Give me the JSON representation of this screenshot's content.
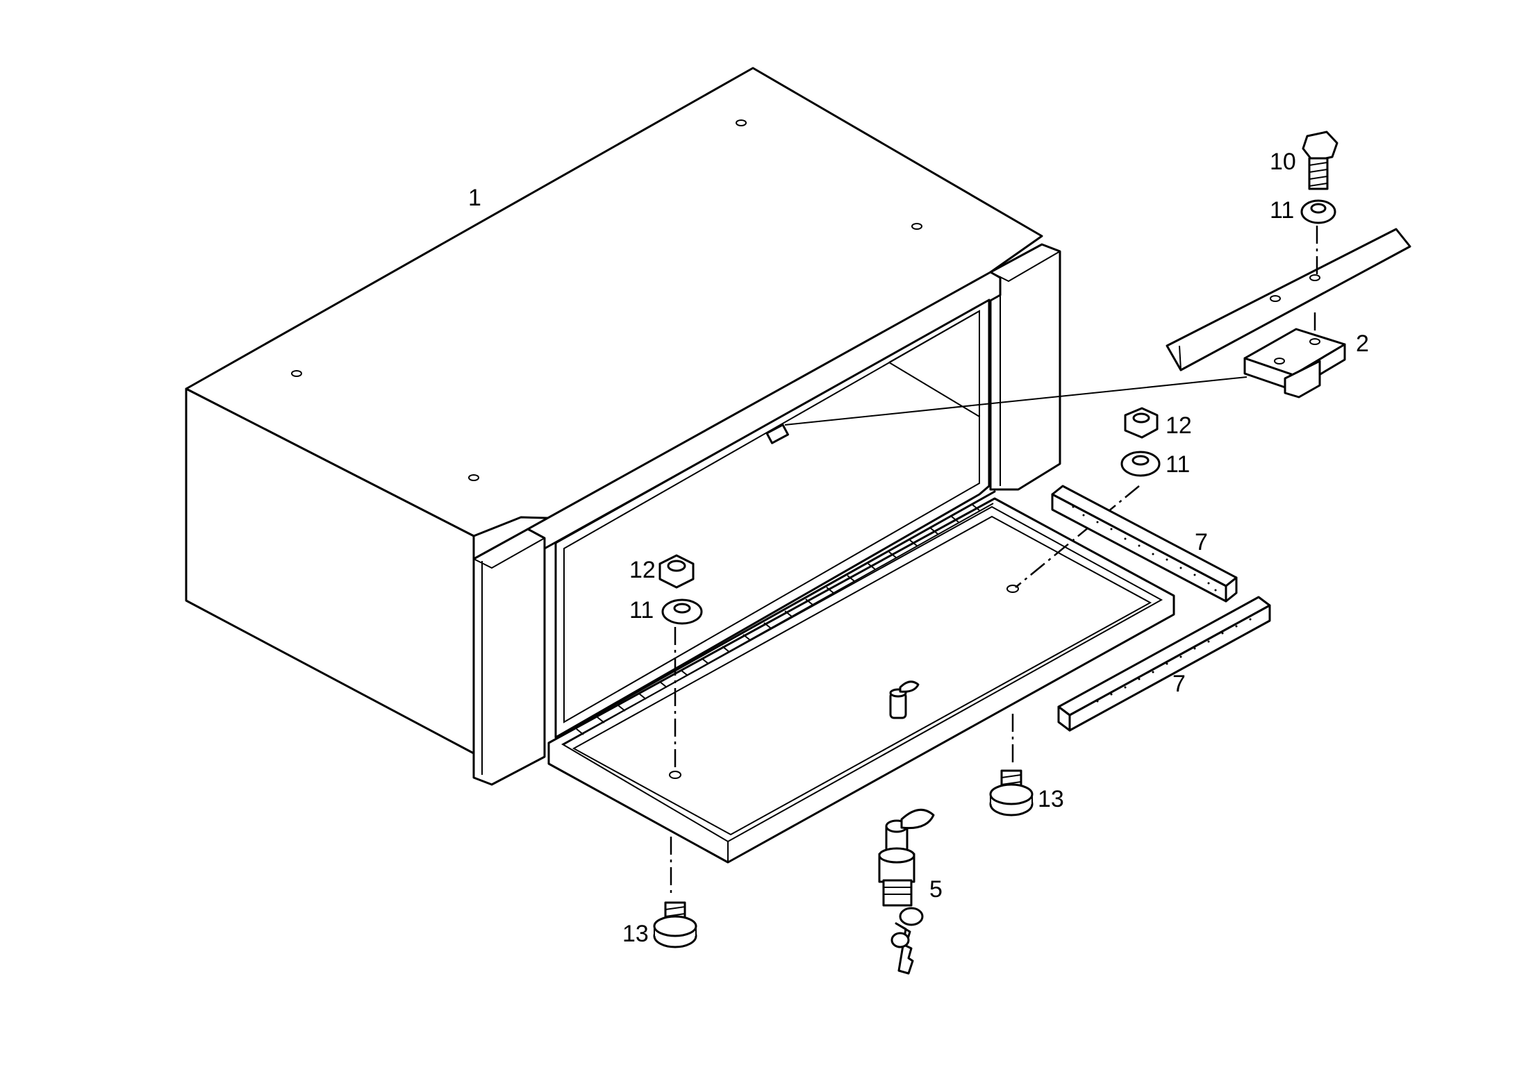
{
  "callouts": {
    "c1": "1",
    "c2": "2",
    "c5": "5",
    "c7a": "7",
    "c7b": "7",
    "c10": "10",
    "c11a": "11",
    "c11b": "11",
    "c11c": "11",
    "c12a": "12",
    "c12b": "12",
    "c13a": "13",
    "c13b": "13"
  }
}
